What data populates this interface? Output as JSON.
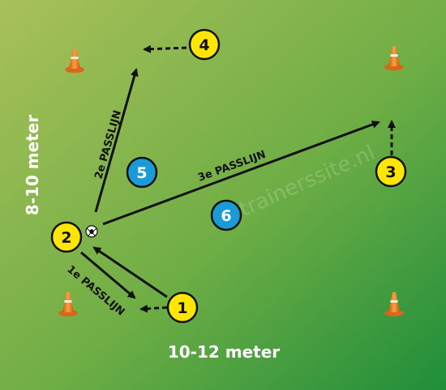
{
  "field": {
    "colors": {
      "light": "#a9c05a",
      "mid": "#6fae45",
      "dark": "#1f8e3a"
    },
    "watermark": "trainerssite.nl"
  },
  "dimensions": {
    "width_label": "10-12 meter",
    "height_label": "8-10 meter"
  },
  "players": [
    {
      "id": "1",
      "label": "1",
      "color": "#ffe600"
    },
    {
      "id": "2",
      "label": "2",
      "color": "#ffe600"
    },
    {
      "id": "3",
      "label": "3",
      "color": "#ffe600"
    },
    {
      "id": "4",
      "label": "4",
      "color": "#ffe600"
    },
    {
      "id": "5",
      "label": "5",
      "color": "#1a9ad6"
    },
    {
      "id": "6",
      "label": "6",
      "color": "#1a9ad6"
    }
  ],
  "pass_lines": {
    "first": "1e PASSLIJN",
    "second": "2e PASSLIJN",
    "third": "3e PASSLIJN"
  },
  "cone_color": "#f07a1a"
}
